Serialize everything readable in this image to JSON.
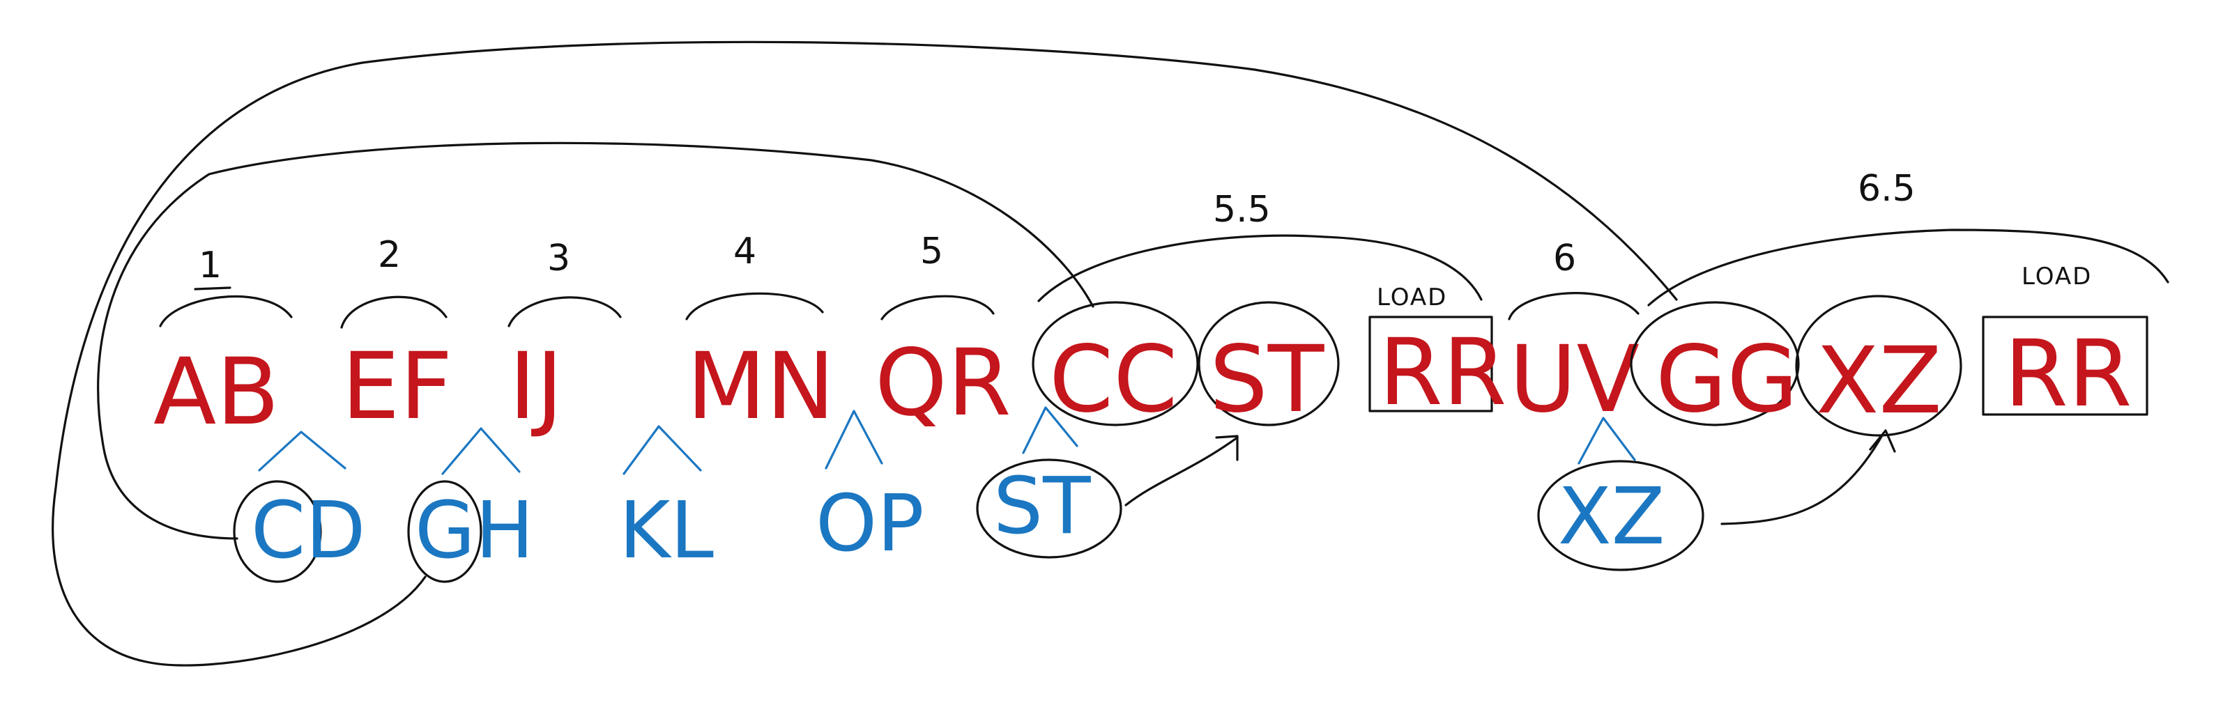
{
  "top_row": [
    {
      "text": "AB",
      "label": "1"
    },
    {
      "text": "EF",
      "label": "2"
    },
    {
      "text": "IJ",
      "label": "3"
    },
    {
      "text": "MN",
      "label": "4"
    },
    {
      "text": "QR",
      "label": "5"
    },
    {
      "text": "CC"
    },
    {
      "text": "ST"
    },
    {
      "text": "RR",
      "tag": "LOAD"
    },
    {
      "text": "UV",
      "label": "6"
    },
    {
      "text": "GG"
    },
    {
      "text": "XZ"
    },
    {
      "text": "RR",
      "tag": "LOAD"
    }
  ],
  "group_labels": [
    "5.5",
    "6.5"
  ],
  "bottom_row": [
    "CD",
    "GH",
    "KL",
    "OP",
    "ST",
    "XZ"
  ],
  "colors": {
    "top_text": "#c4161c",
    "bottom_text": "#1b77c2",
    "ink": "#111111"
  }
}
